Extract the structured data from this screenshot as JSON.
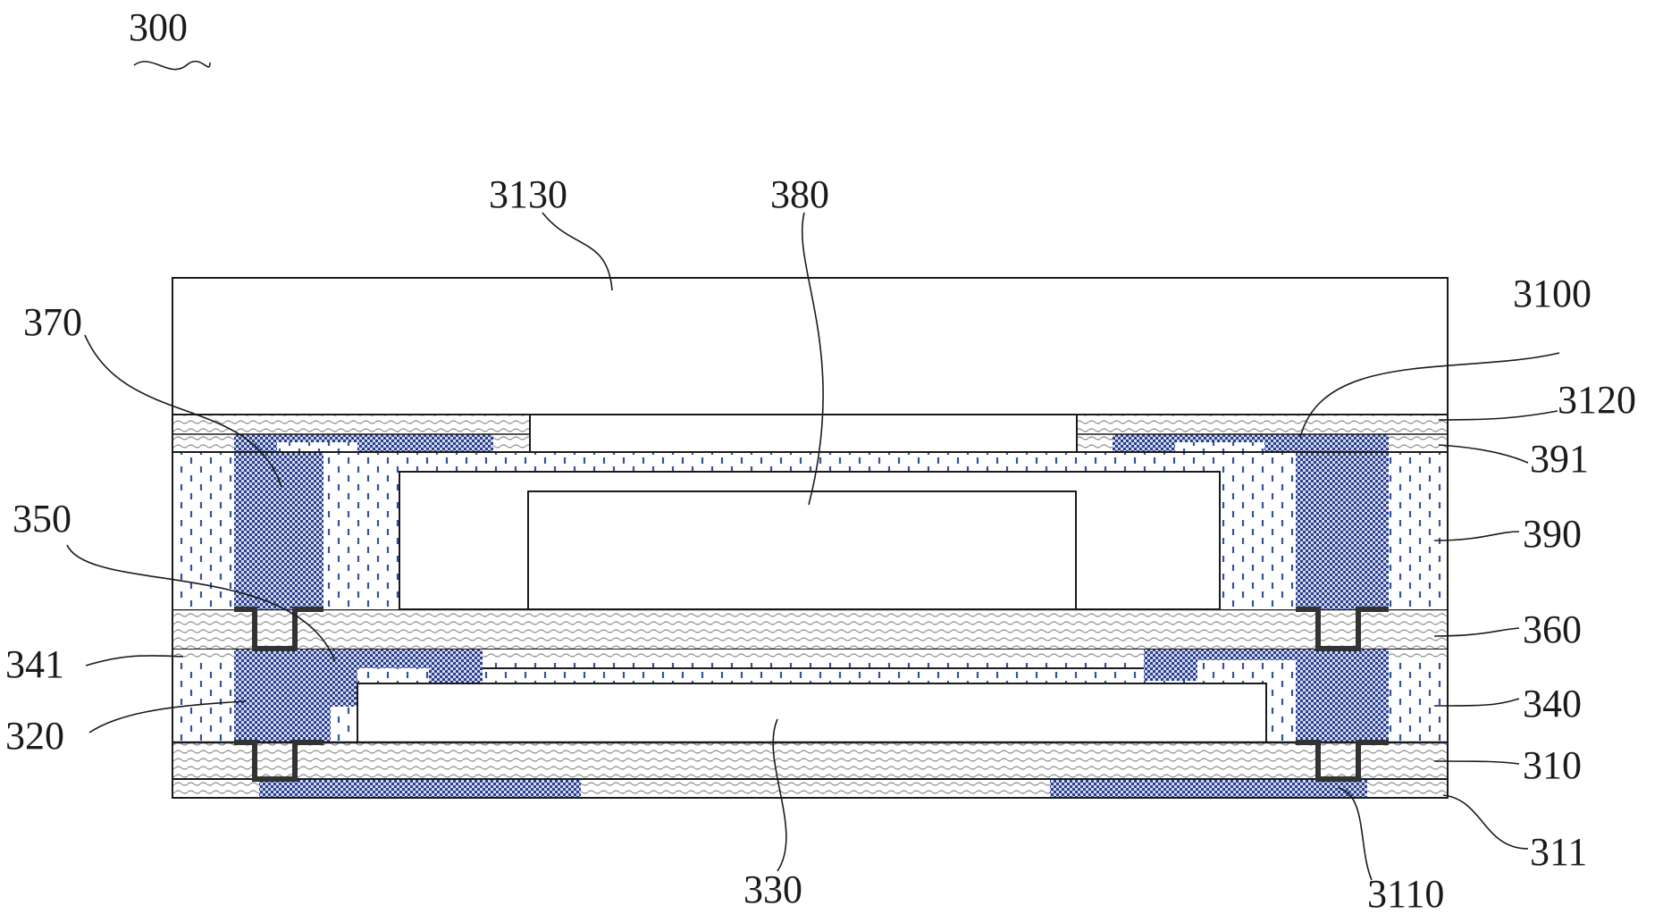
{
  "figure": {
    "ref": "300",
    "labels": {
      "l3130": "3130",
      "l380": "380",
      "l3100": "3100",
      "l370": "370",
      "l3120": "3120",
      "l391": "391",
      "l390": "390",
      "l350": "350",
      "l360": "360",
      "l341": "341",
      "l340": "340",
      "l320": "320",
      "l310": "310",
      "l311": "311",
      "l330": "330",
      "l3110": "3110"
    }
  },
  "colors": {
    "line": "#1a1a1a",
    "metal_blue": "#2a3e8c",
    "dash_blue": "#34539c",
    "wave_gray": "#8a8a8a",
    "via_dark": "#333333"
  }
}
